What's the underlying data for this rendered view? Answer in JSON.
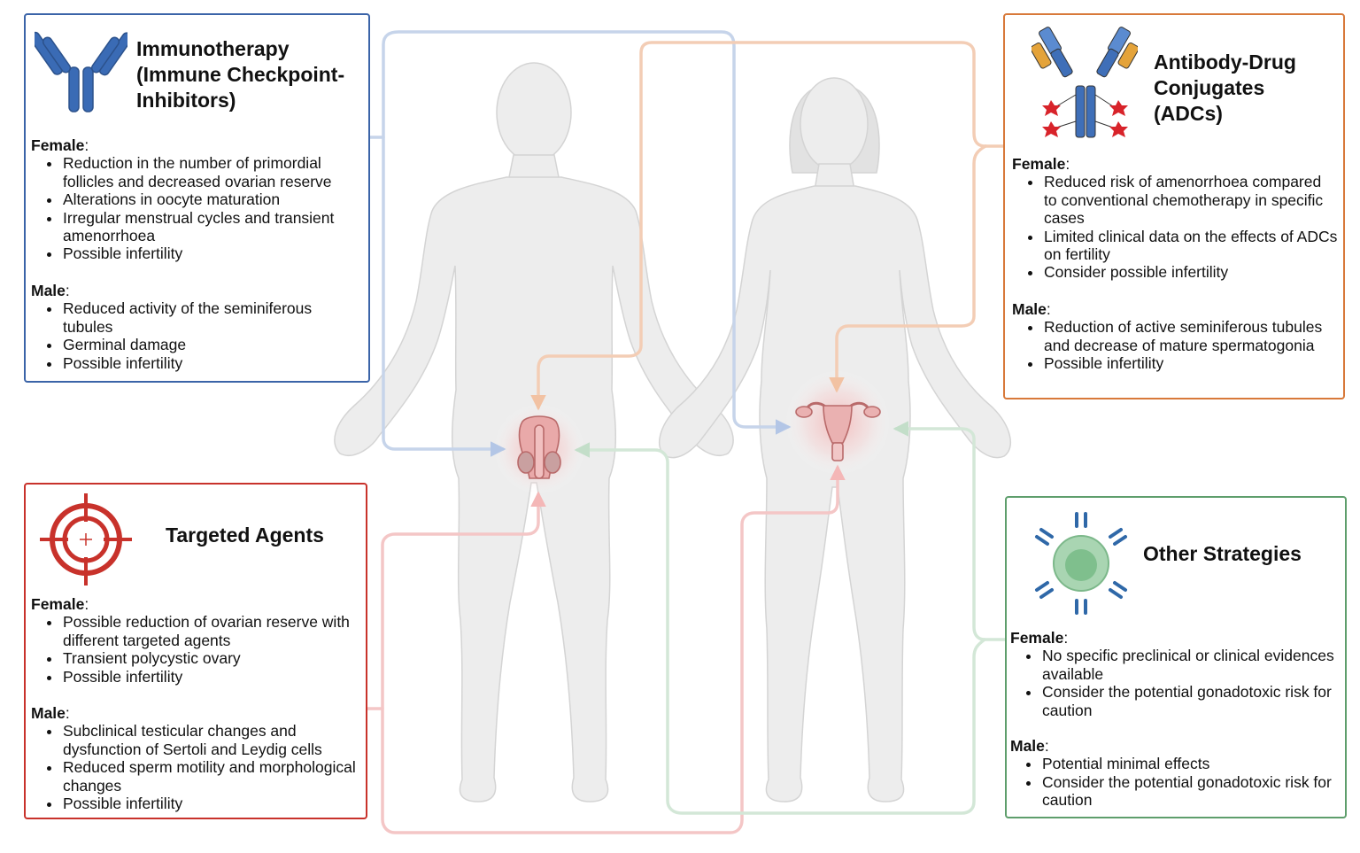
{
  "colors": {
    "immuno": "#3b64a8",
    "adc": "#d8793a",
    "targeted": "#c8322b",
    "other": "#5e9e6c",
    "immuno_line": "#c2d0e8",
    "adc_line": "#f2cbb3",
    "targeted_line": "#f3c3c3",
    "other_line": "#cde4d2",
    "body": "#ececec",
    "body_outline": "#d6d6d6"
  },
  "panels": {
    "immunotherapy": {
      "icon": "antibody-icon",
      "title_lines": [
        "Immunotherapy",
        "(Immune Checkpoint-",
        "Inhibitors)"
      ],
      "female_label": "Female",
      "female": [
        "Reduction in the number of primordial follicles and decreased ovarian reserve",
        "Alterations in oocyte maturation",
        "Irregular menstrual cycles and transient amenorrhoea",
        "Possible infertility"
      ],
      "male_label": "Male",
      "male": [
        "Reduced activity of the seminiferous tubules",
        "Germinal damage",
        "Possible infertility"
      ]
    },
    "adc": {
      "icon": "antibody-drug-conjugate-icon",
      "title_lines": [
        "Antibody-Drug",
        "Conjugates",
        "(ADCs)"
      ],
      "female_label": "Female",
      "female": [
        "Reduced risk of amenorrhoea compared to conventional chemotherapy in specific cases",
        "Limited clinical data on the effects of ADCs on fertility",
        "Consider possible infertility"
      ],
      "male_label": "Male",
      "male": [
        "Reduction of active seminiferous tubules and decrease of mature spermatogonia",
        "Possible infertility"
      ]
    },
    "targeted": {
      "icon": "target-crosshair-icon",
      "title_lines": [
        "Targeted Agents"
      ],
      "female_label": "Female",
      "female": [
        "Possible reduction of ovarian reserve with different targeted agents",
        "Transient polycystic ovary",
        "Possible infertility"
      ],
      "male_label": "Male",
      "male": [
        "Subclinical testicular changes and dysfunction of Sertoli and Leydig cells",
        "Reduced sperm motility and morphological changes",
        "Possible infertility"
      ]
    },
    "other": {
      "icon": "immune-cell-icon",
      "title_lines": [
        "Other Strategies"
      ],
      "female_label": "Female",
      "female": [
        "No specific preclinical or clinical evidences available",
        "Consider the potential gonadotoxic risk for caution"
      ],
      "male_label": "Male",
      "male": [
        "Potential minimal effects",
        "Consider the potential gonadotoxic risk for caution"
      ]
    }
  }
}
